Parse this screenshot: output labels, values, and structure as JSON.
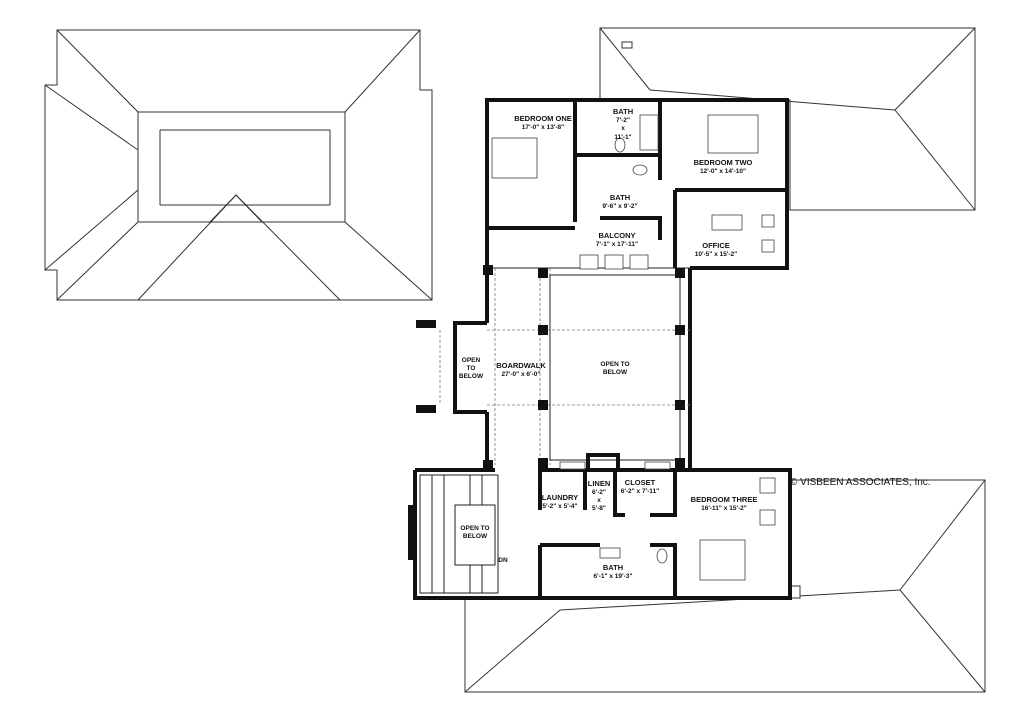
{
  "copyright": "© VISBEEN ASSOCIATES, Inc.",
  "rooms": {
    "bedroom_one": {
      "name": "BEDROOM ONE",
      "size": "17'-0\" x 13'-8\""
    },
    "bath_one": {
      "name": "BATH",
      "w": "7'-2\"",
      "x": "x",
      "h": "11'-1\""
    },
    "bedroom_two": {
      "name": "BEDROOM TWO",
      "size": "12'-0\" x 14'-10\""
    },
    "bath_two": {
      "name": "BATH",
      "size": "9'-6\" x 9'-2\""
    },
    "balcony": {
      "name": "BALCONY",
      "size": "7'-1\" x 17'-11\""
    },
    "office": {
      "name": "OFFICE",
      "size": "10'-5\" x 15'-2\""
    },
    "open_left": {
      "l1": "OPEN",
      "l2": "TO",
      "l3": "BELOW"
    },
    "boardwalk": {
      "name": "BOARDWALK",
      "size": "27'-0\" x 6'-0\""
    },
    "open_center": {
      "l1": "OPEN TO",
      "l2": "BELOW"
    },
    "linen": {
      "name": "LINEN",
      "w": "6'-2\"",
      "x": "x",
      "h": "5'-8\""
    },
    "closet": {
      "name": "CLOSET",
      "size": "6'-2\" x 7'-11\""
    },
    "laundry": {
      "name": "LAUNDRY",
      "size": "5'-2\" x 5'-4\""
    },
    "bedroom_three": {
      "name": "BEDROOM THREE",
      "size": "16'-11\" x 15'-2\""
    },
    "open_stair": {
      "l1": "OPEN TO",
      "l2": "BELOW"
    },
    "bath_three": {
      "name": "BATH",
      "size": "6'-1\" x 19'-3\""
    },
    "stair_dn": "DN"
  }
}
